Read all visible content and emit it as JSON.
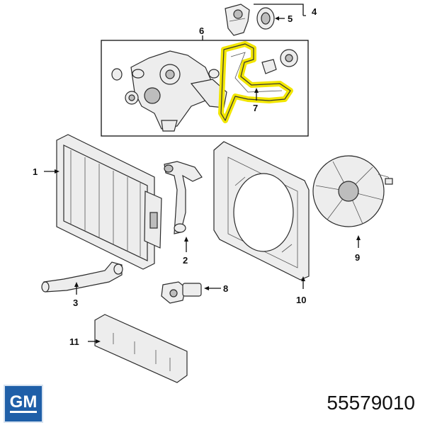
{
  "labels": {
    "p1": "1",
    "p2": "2",
    "p3": "3",
    "p4": "4",
    "p5": "5",
    "p6": "6",
    "p7": "7",
    "p8": "8",
    "p9": "9",
    "p10": "10",
    "p11": "11"
  },
  "brand": {
    "logo_text": "GM",
    "logo_color": "#1f5fa8"
  },
  "part_number": "55579010",
  "highlight_color": "#f2e600"
}
